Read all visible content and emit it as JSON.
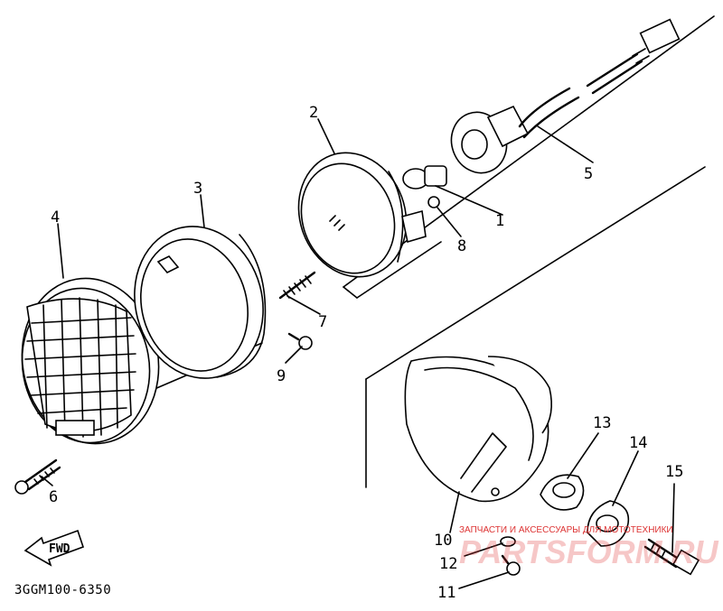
{
  "diagram": {
    "part_code": "3GGM100-6350",
    "fwd_label": "FWD",
    "callouts": [
      {
        "id": "c1",
        "label": "1"
      },
      {
        "id": "c2",
        "label": "2"
      },
      {
        "id": "c3",
        "label": "3"
      },
      {
        "id": "c4",
        "label": "4"
      },
      {
        "id": "c5",
        "label": "5"
      },
      {
        "id": "c6",
        "label": "6"
      },
      {
        "id": "c7",
        "label": "7"
      },
      {
        "id": "c8",
        "label": "8"
      },
      {
        "id": "c9",
        "label": "9"
      },
      {
        "id": "c10",
        "label": "10"
      },
      {
        "id": "c11",
        "label": "11"
      },
      {
        "id": "c12",
        "label": "12"
      },
      {
        "id": "c13",
        "label": "13"
      },
      {
        "id": "c14",
        "label": "14"
      },
      {
        "id": "c15",
        "label": "15"
      }
    ]
  },
  "watermark": {
    "top_text": "ЗАПЧАСТИ И АКСЕССУАРЫ ДЛЯ МОТОТЕХНИКИ",
    "main_text": "PARTSFORM.RU",
    "color": "#e23a3a"
  }
}
